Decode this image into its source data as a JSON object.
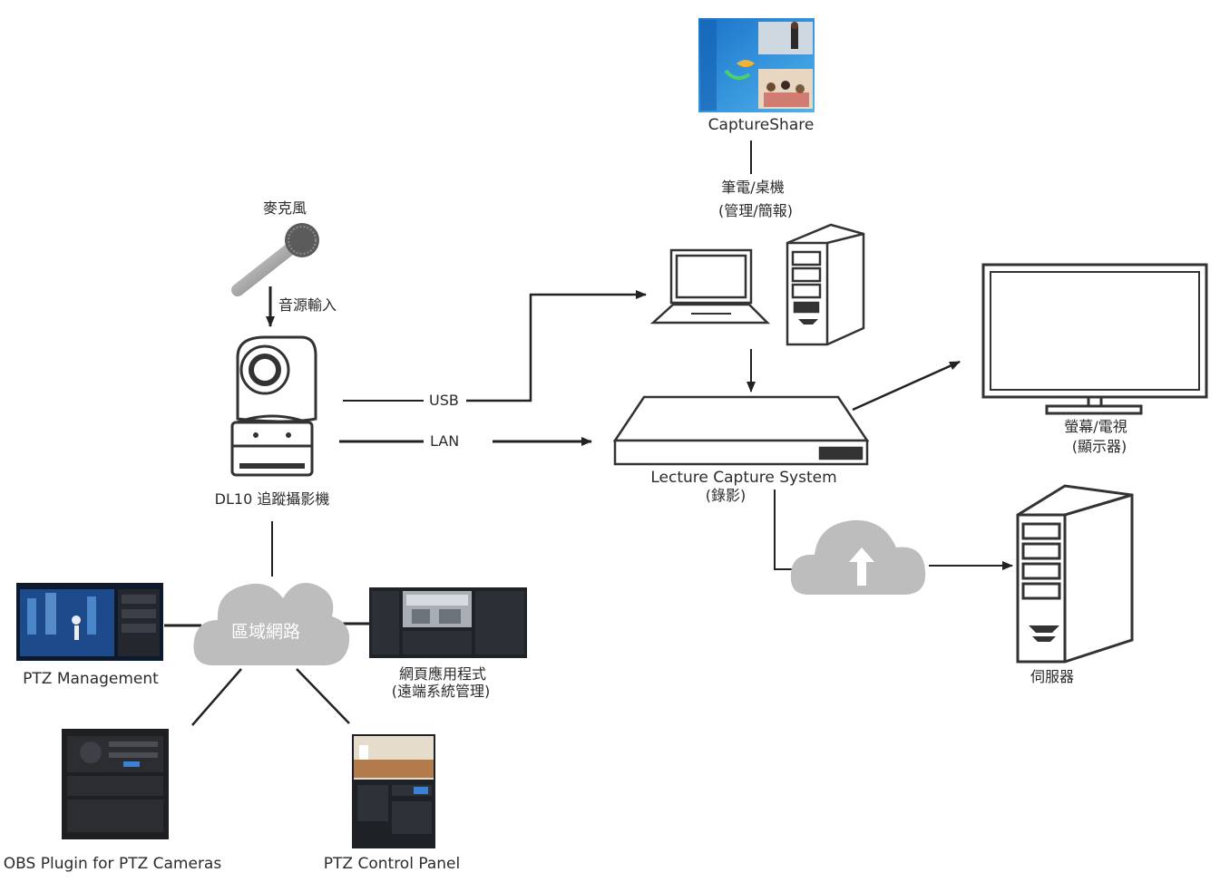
{
  "nodes": {
    "captureshare": {
      "label": "CaptureShare",
      "sub1": "筆電/桌機",
      "sub2": "(管理/簡報)"
    },
    "microphone": {
      "label": "麥克風",
      "edge_label": "音源輸入"
    },
    "camera": {
      "label": "DL10 追蹤攝影機"
    },
    "lecture_capture": {
      "label": "Lecture Capture System",
      "sub": "(錄影)"
    },
    "monitor": {
      "label1": "螢幕/電視",
      "label2": "(顯示器)"
    },
    "server": {
      "label": "伺服器"
    },
    "lan_cloud": {
      "label": "區域網路"
    },
    "ptz_management": {
      "label": "PTZ Management"
    },
    "web_app": {
      "label1": "網頁應用程式",
      "label2": "(遠端系統管理)"
    },
    "obs_plugin": {
      "label": "OBS Plugin for PTZ Cameras"
    },
    "ptz_control": {
      "label": "PTZ Control Panel"
    }
  },
  "edges": {
    "usb": "USB",
    "lan": "LAN"
  },
  "colors": {
    "line": "#222222",
    "cloud": "#bdbdbd",
    "device_stroke": "#333333"
  }
}
